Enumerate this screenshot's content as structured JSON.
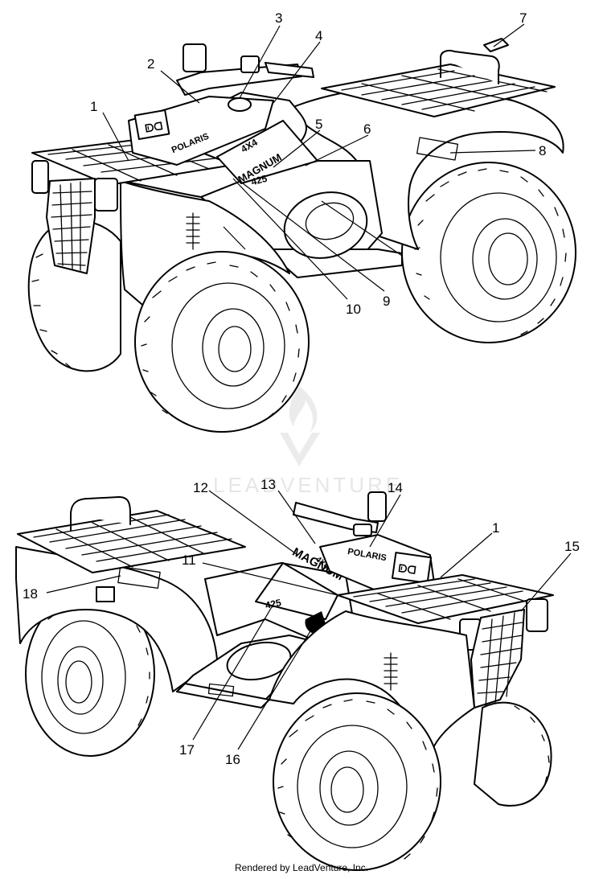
{
  "callouts": {
    "c1": "1",
    "c2": "2",
    "c3": "3",
    "c4": "4",
    "c5": "5",
    "c6": "6",
    "c7": "7",
    "c8": "8",
    "c9": "9",
    "c10": "10",
    "c12": "12",
    "c13": "13",
    "c14": "14",
    "c1b": "1",
    "c15": "15",
    "c11": "11",
    "c18": "18",
    "c17": "17",
    "c16": "16"
  },
  "decals": {
    "brand": "POLARIS",
    "badge_4x4": "4X4",
    "model": "MAGNUM",
    "engine": "425",
    "tank_logo": "ᗟᗡ"
  },
  "watermark": "LEADVENTURE",
  "footer": "Rendered by LeadVenture, Inc."
}
